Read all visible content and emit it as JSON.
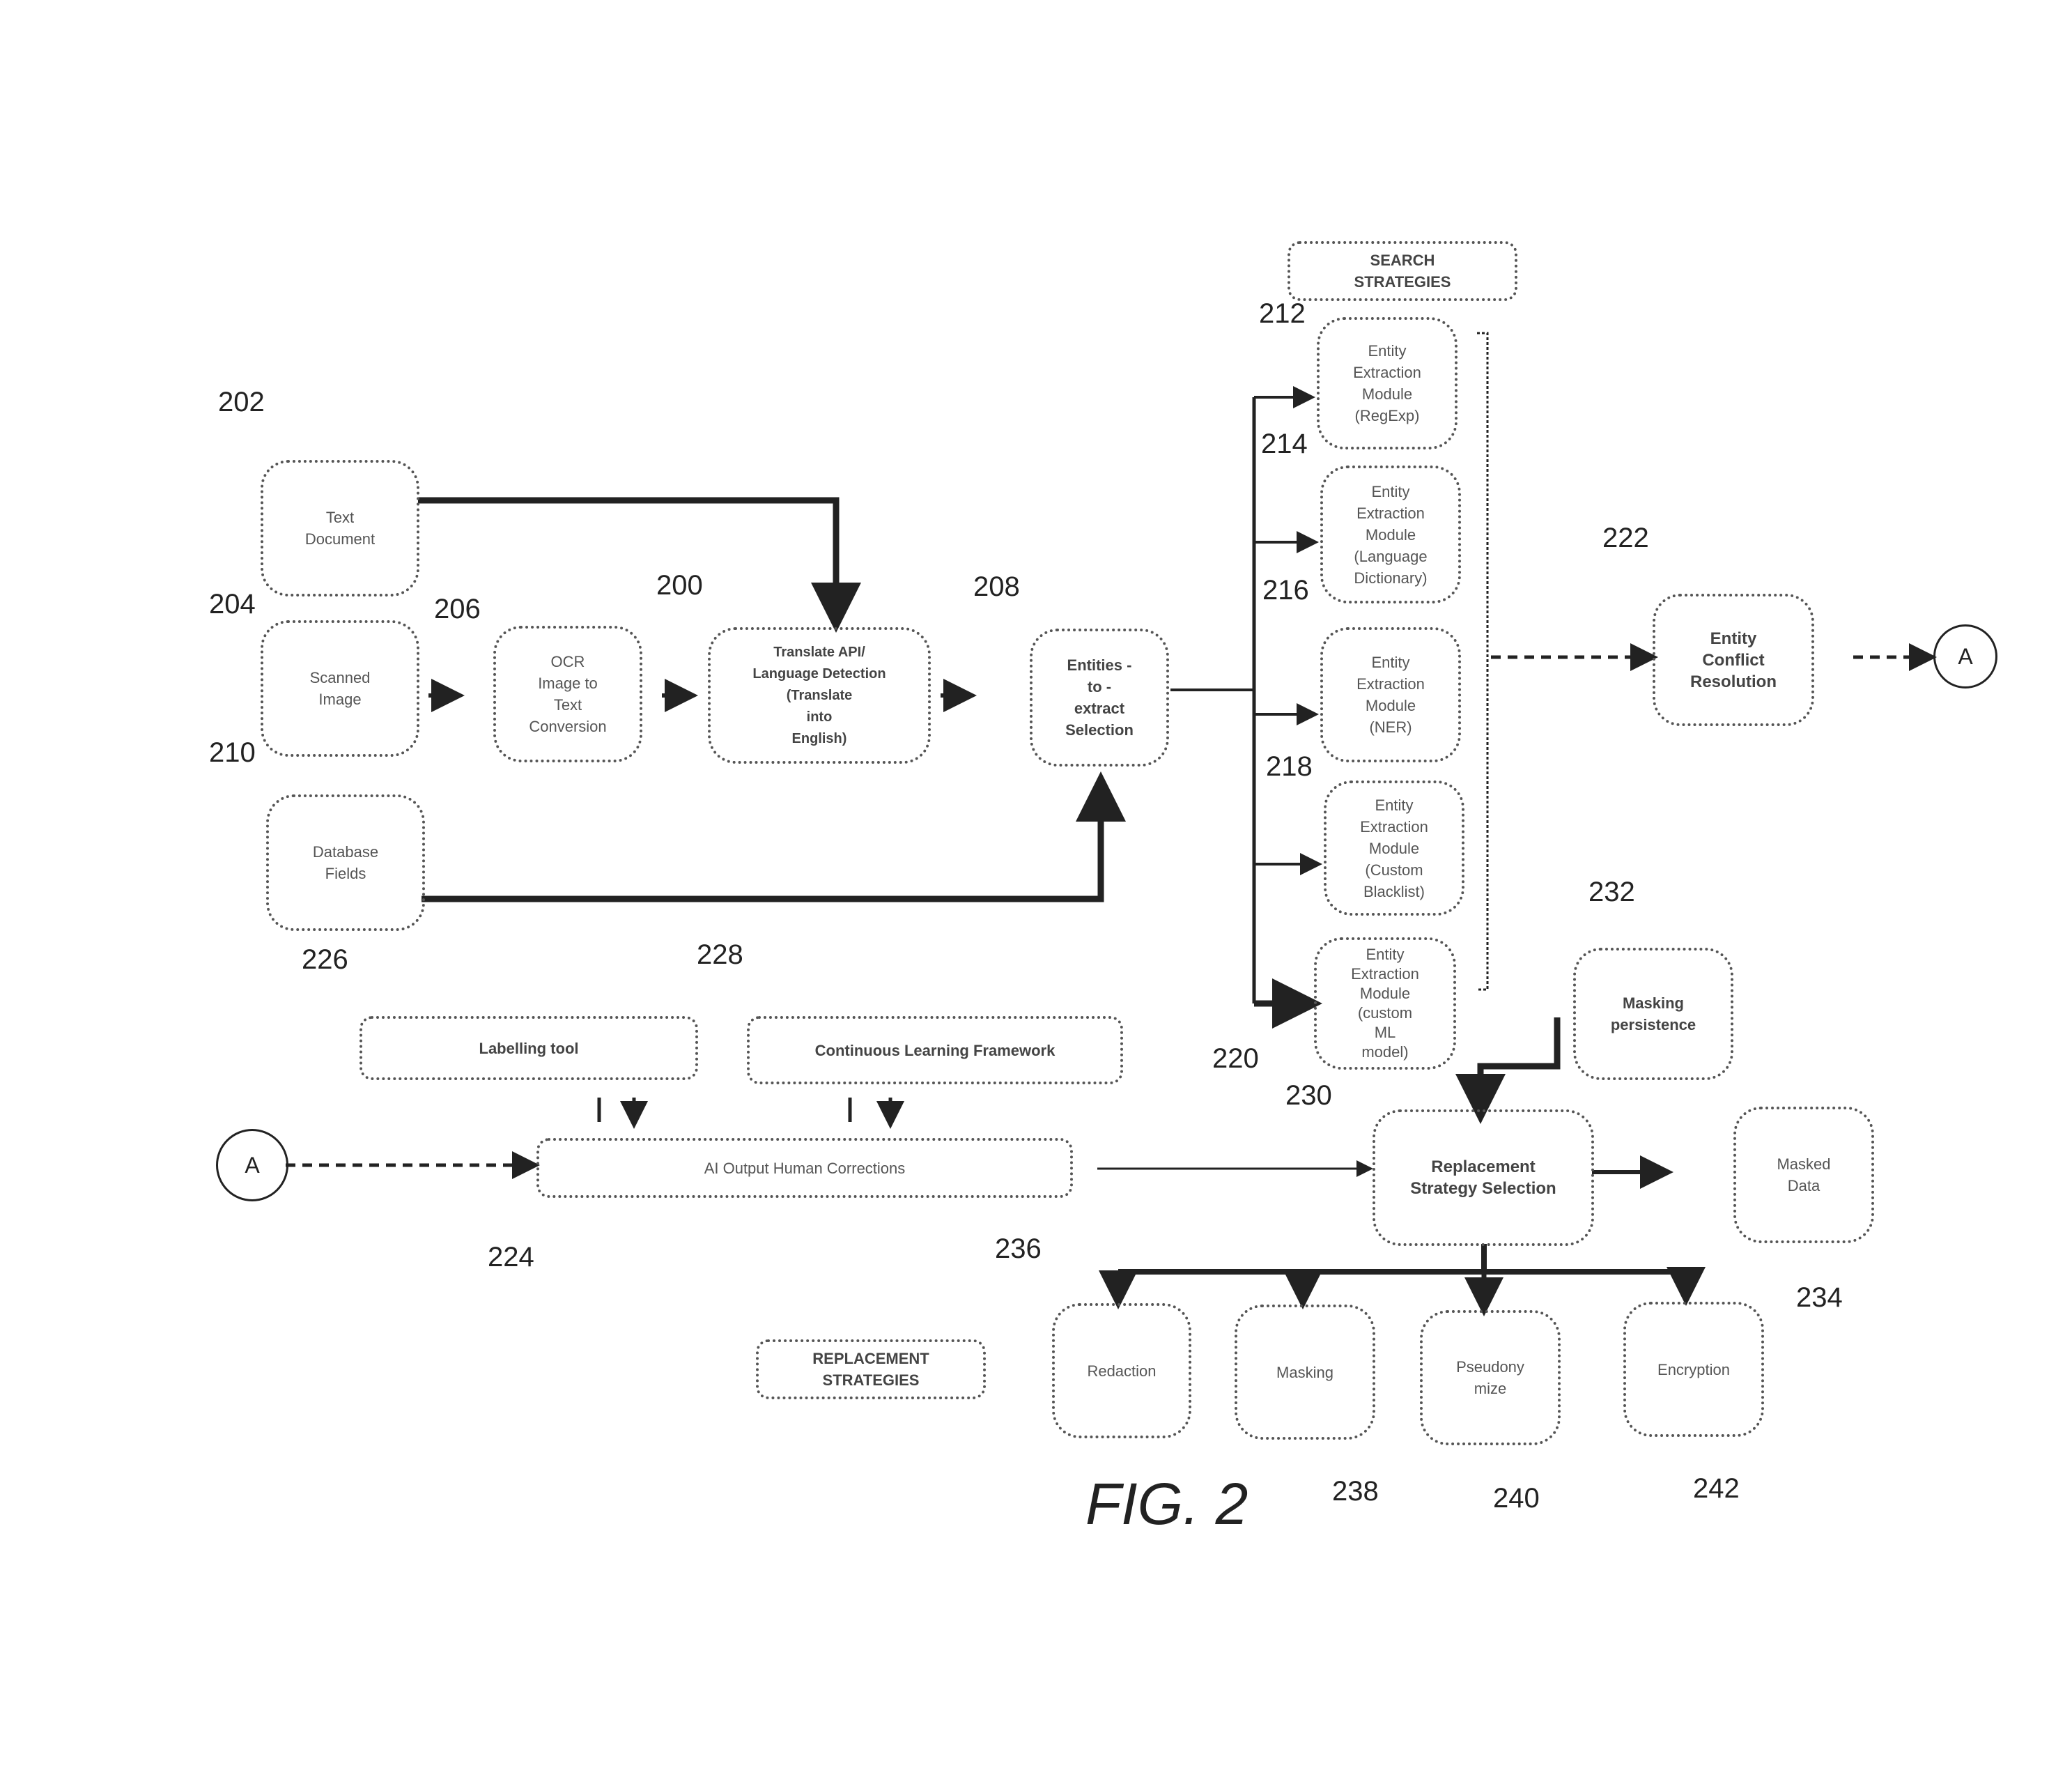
{
  "figure_label": "FIG. 2",
  "boxes": {
    "text_document": "Text\nDocument",
    "scanned_image": "Scanned\nImage",
    "database_fields": "Database\nFields",
    "ocr": "OCR\nImage to\nText\nConversion",
    "translate": "Translate API/\nLanguage Detection\n(Translate\ninto\nEnglish)",
    "entities_selection": "Entities -\nto -\nextract\nSelection",
    "search_strategies": "SEARCH\nSTRATEGIES",
    "regexp": "Entity\nExtraction\nModule\n(RegExp)",
    "language_dict": "Entity\nExtraction\nModule\n(Language\nDictionary)",
    "ner": "Entity\nExtraction\nModule\n(NER)",
    "blacklist": "Entity\nExtraction\nModule\n(Custom\nBlacklist)",
    "custom_ml": "Entity\nExtraction\nModule\n(custom\nML\nmodel)",
    "conflict": "Entity\nConflict\nResolution",
    "labelling": "Labelling tool",
    "continuous": "Continuous Learning Framework",
    "ai_output": "AI Output Human Corrections",
    "masking_persistence": "Masking\npersistence",
    "replacement_selection": "Replacement\nStrategy Selection",
    "masked_data": "Masked\nData",
    "replacement_strategies": "REPLACEMENT\nSTRATEGIES",
    "redaction": "Redaction",
    "masking": "Masking",
    "pseudonymize": "Pseudony\nmize",
    "encryption": "Encryption"
  },
  "connector": "A",
  "refs": {
    "r200": "200",
    "r202": "202",
    "r204": "204",
    "r206": "206",
    "r208": "208",
    "r210": "210",
    "r212": "212",
    "r214": "214",
    "r216": "216",
    "r218": "218",
    "r220": "220",
    "r222": "222",
    "r224": "224",
    "r226": "226",
    "r228": "228",
    "r230": "230",
    "r232": "232",
    "r234": "234",
    "r236": "236",
    "r238": "238",
    "r240": "240",
    "r242": "242"
  }
}
